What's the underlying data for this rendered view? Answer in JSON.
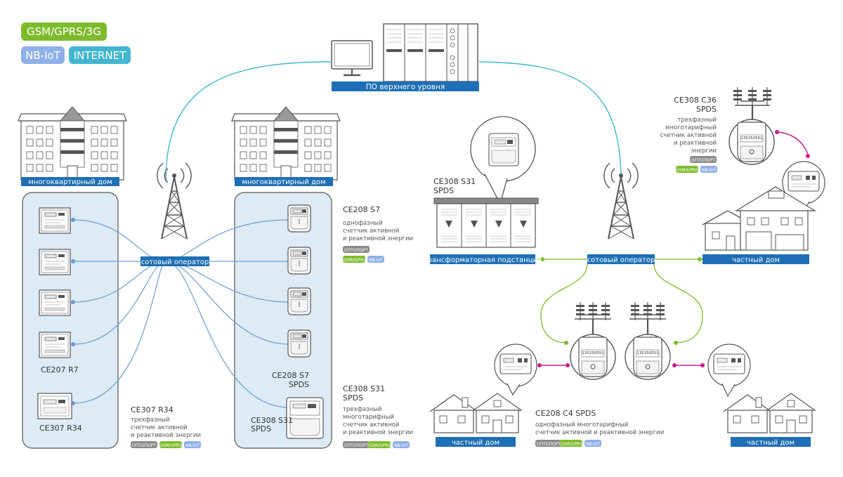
{
  "legend": {
    "gsm": "GSM/GPRS/3G",
    "nbiot": "NB-IoT",
    "internet": "INTERNET"
  },
  "colors": {
    "primary": "#1e6fb5",
    "cyan": "#42b6cf",
    "green": "#7dbb2c",
    "magenta": "#c81d8a",
    "nbiot": "#8fb0e6",
    "gray": "#8a8a8a",
    "line": "#555555",
    "panel": "#dcebf5"
  },
  "top_system": {
    "label": "ПО верхнего уровня"
  },
  "buildings": {
    "label_left": "многоквартирный дом",
    "label_mid": "многоквартирный дом"
  },
  "operator": {
    "left": "сотовый оператор",
    "right": "сотовый оператор"
  },
  "badges": {
    "optoport": "ОПТОПОРТ",
    "gsm": "GSM/GPRS",
    "nbiot": "NB-IoT"
  },
  "meter_serial": "135250551",
  "devices": {
    "ce207r7": "CE207 R7",
    "ce307r34": "CE307 R34",
    "ce307r34_desc": "CE307 R34",
    "ce307r34_lines": [
      "трехфазный",
      "счетчик активной",
      "и реактивной энергии"
    ],
    "ce208s7": "CE208 S7",
    "ce208s7_lines": [
      "однофазный",
      "счетчик активной",
      "и реактивной энергии"
    ],
    "ce208s7spds": [
      "CE208 S7",
      "SPDS"
    ],
    "ce308s31spds": [
      "CE308 S31",
      "SPDS"
    ],
    "ce308s31_desc": [
      "CE308 S31",
      "SPDS"
    ],
    "ce308s31_lines": [
      "трехфазный",
      "многотарифный",
      "счетчик активной",
      "и реактивной энергии"
    ],
    "ce308s31_sub": [
      "CE308 S31",
      "SPDS"
    ],
    "ce308c36": [
      "CE308 C36",
      "SPDS"
    ],
    "ce308c36_lines": [
      "трехфазный",
      "многотарифный",
      "счетчик активной",
      "и реактивной",
      "энергии"
    ],
    "ce208c4": "CE208 C4 SPDS",
    "ce208c4_lines": [
      "однофазный многотарифный",
      "счетчик активной и реактивной энергии"
    ]
  },
  "substation": {
    "label": "трансформаторная подстанция"
  },
  "houses": {
    "private_right": "частный дом",
    "private_left": "частный дом",
    "private_br": "частный дом"
  }
}
